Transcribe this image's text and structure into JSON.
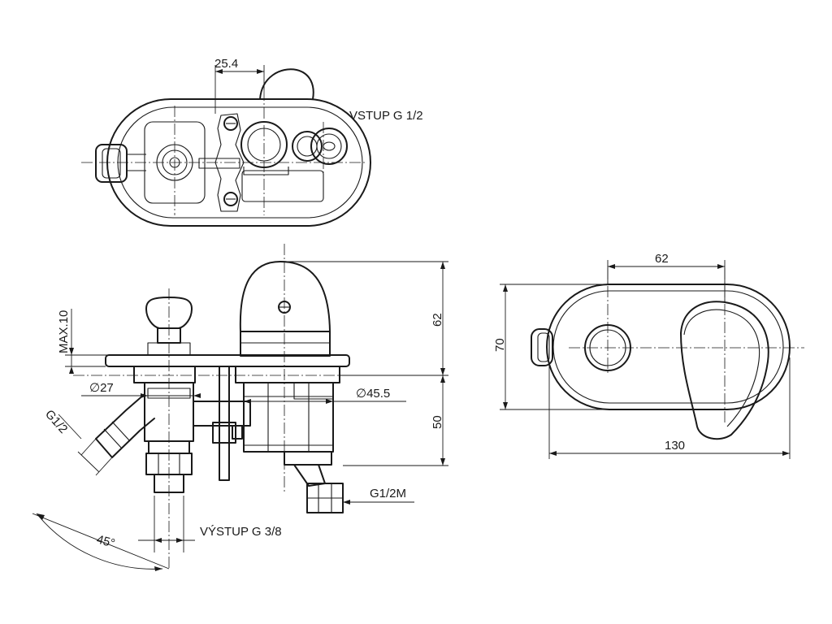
{
  "top_view": {
    "dim_offset": "25.4",
    "inlet_label": "VSTUP G 1/2"
  },
  "side_view": {
    "dim_max": "MAX.10",
    "dim_diameter_small": "∅27",
    "dim_thread_angled": "G1/2",
    "dim_diameter_body": "∅45.5",
    "dim_height_upper": "62",
    "dim_height_lower": "50",
    "dim_thread_outlet": "G1/2M",
    "angle": "45°",
    "outlet_label": "VÝSTUP G 3/8"
  },
  "front_view": {
    "dim_spacing": "62",
    "dim_height": "70",
    "dim_width": "130"
  }
}
